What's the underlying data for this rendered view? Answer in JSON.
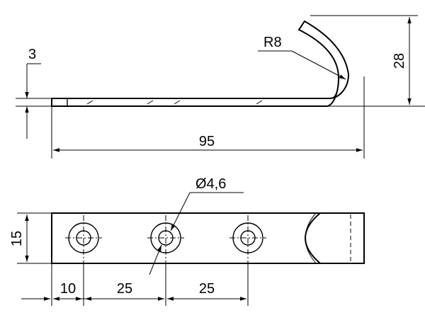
{
  "side_view": {
    "thickness_label": "3",
    "radius_label": "R8",
    "height_label": "28",
    "length_label": "95"
  },
  "top_view": {
    "hole_label": "Ø4,6",
    "width_label": "15",
    "edge_offset_label": "10",
    "spacing_label_1": "25",
    "spacing_label_2": "25"
  },
  "colors": {
    "line": "#000000",
    "background": "#ffffff"
  }
}
